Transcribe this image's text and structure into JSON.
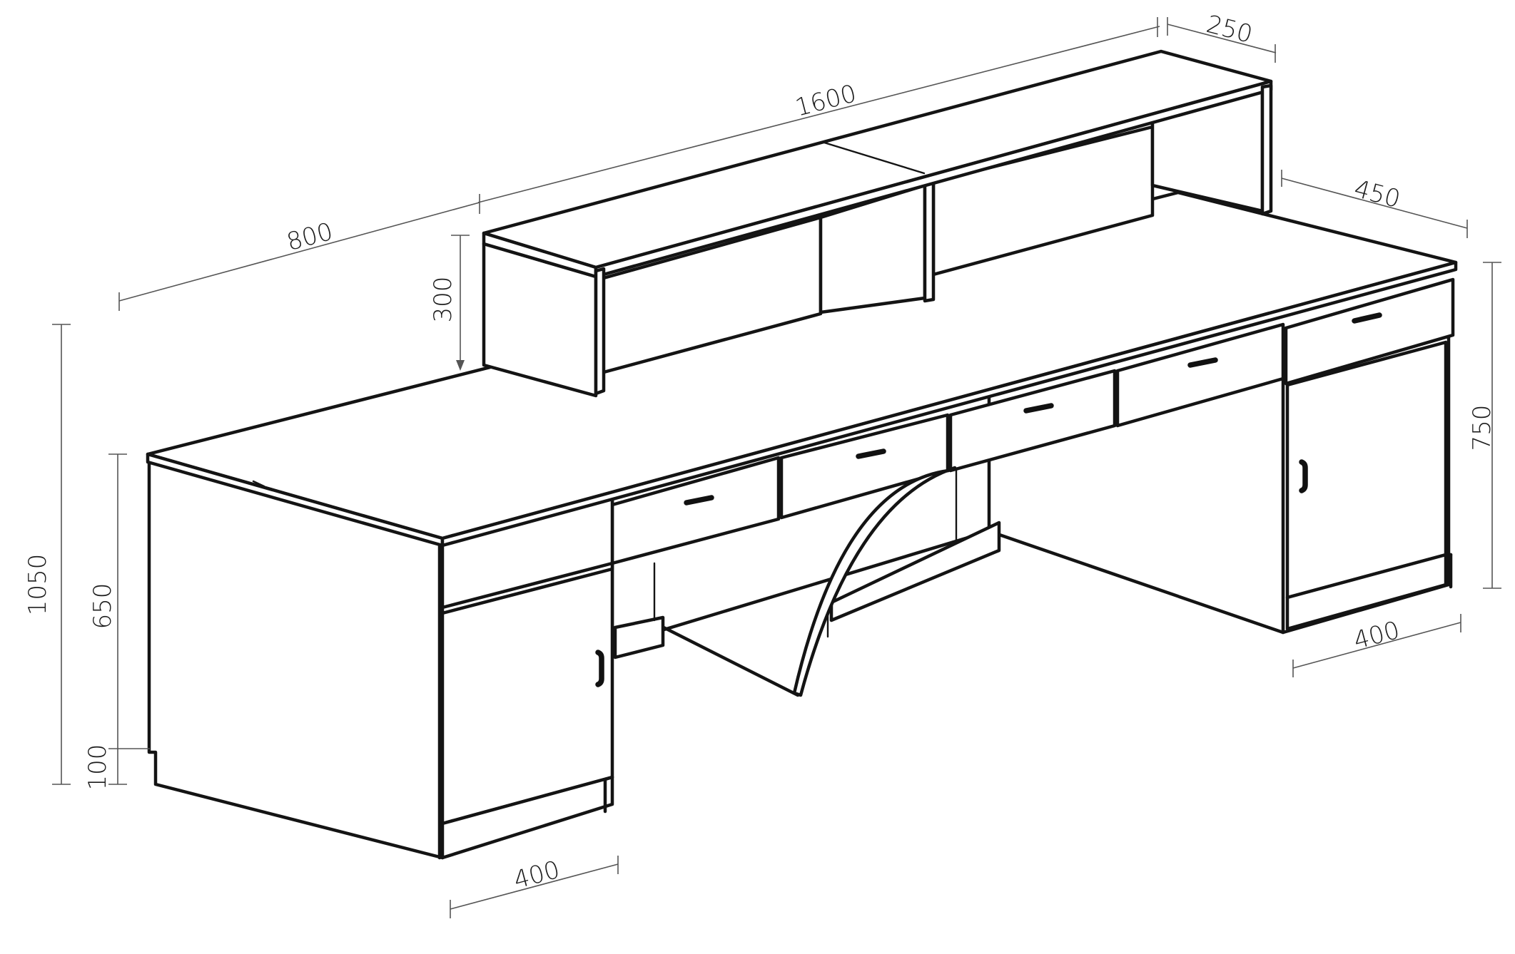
{
  "dimensions": {
    "hutch_length": "1600",
    "hutch_depth": "250",
    "return_length": "800",
    "hutch_height": "300",
    "total_height": "1050",
    "return_depth": "450",
    "counter_height": "750",
    "desk_height": "650",
    "plinth_height": "100",
    "left_pedestal_width": "400",
    "right_pedestal_width": "400"
  }
}
